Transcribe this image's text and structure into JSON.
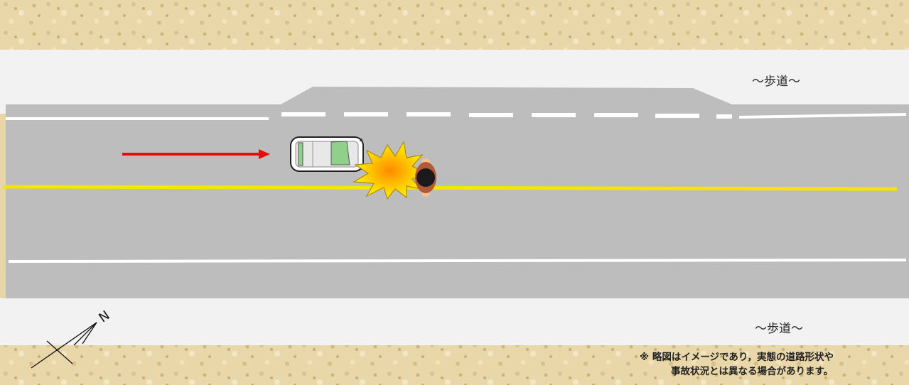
{
  "sidewalk_top_label": "～歩道～",
  "sidewalk_bottom_label": "～歩道～",
  "north_label": "N",
  "note": {
    "line1": "※ 略図はイメージであり，実態の道路形状や",
    "line2": "事故状況とは異なる場合があります。"
  },
  "colors": {
    "ground_texture": "#e8d6a8",
    "sidewalk": "#f2f2f2",
    "road": "#bdbdbd",
    "center_line": "#f5e600",
    "lane_line": "#ffffff",
    "direction_arrow": "#e01010",
    "collision_burst": "#ffb000"
  },
  "icons": {
    "vehicle": "car-topview-icon",
    "pedestrian": "pedestrian-topview-icon",
    "collision": "collision-burst-icon",
    "direction": "direction-arrow-icon",
    "north": "north-arrow-icon"
  }
}
